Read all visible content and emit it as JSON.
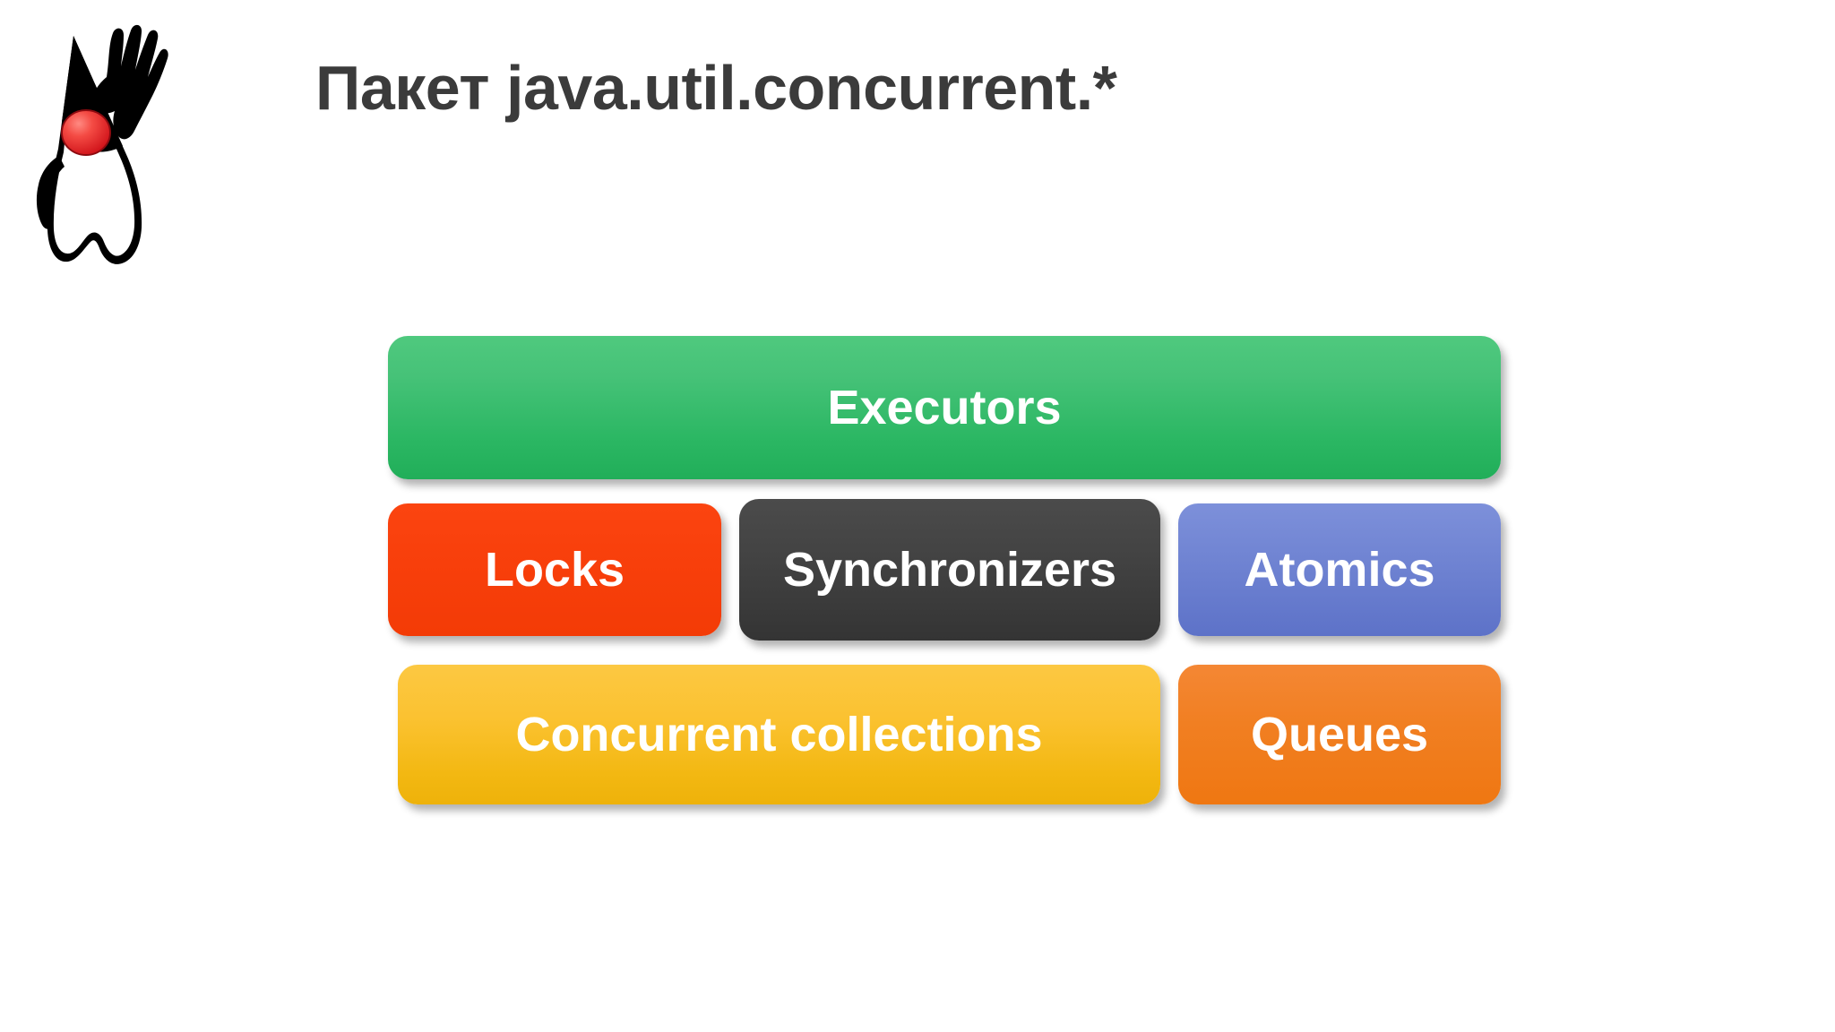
{
  "slide": {
    "title": "Пакет  java.util.concurrent.*",
    "background_color": "#ffffff",
    "title_color": "#3b3b3b"
  },
  "logo": {
    "name": "java-duke-mascot",
    "alt": "Java Duke mascot",
    "body_color": "#000000",
    "nose_color": "#e8262b"
  },
  "diagram": {
    "type": "stacked-boxes",
    "rows": [
      {
        "row_index": 0,
        "boxes": [
          {
            "id": "executors",
            "label": "Executors",
            "color": "#2bb763",
            "text_color": "#ffffff",
            "span": "full"
          }
        ]
      },
      {
        "row_index": 1,
        "boxes": [
          {
            "id": "locks",
            "label": "Locks",
            "color": "#f83f0b",
            "text_color": "#ffffff",
            "span": "partial"
          },
          {
            "id": "synchronizers",
            "label": "Synchronizers",
            "color": "#434343",
            "text_color": "#ffffff",
            "span": "partial"
          },
          {
            "id": "atomics",
            "label": "Atomics",
            "color": "#6f83d2",
            "text_color": "#ffffff",
            "span": "partial"
          }
        ]
      },
      {
        "row_index": 2,
        "boxes": [
          {
            "id": "concurrent-collections",
            "label": "Concurrent collections",
            "color": "#f3b812",
            "text_color": "#ffffff",
            "span": "wide"
          },
          {
            "id": "queues",
            "label": "Queues",
            "color": "#ef7712",
            "text_color": "#ffffff",
            "span": "partial"
          }
        ]
      }
    ]
  }
}
